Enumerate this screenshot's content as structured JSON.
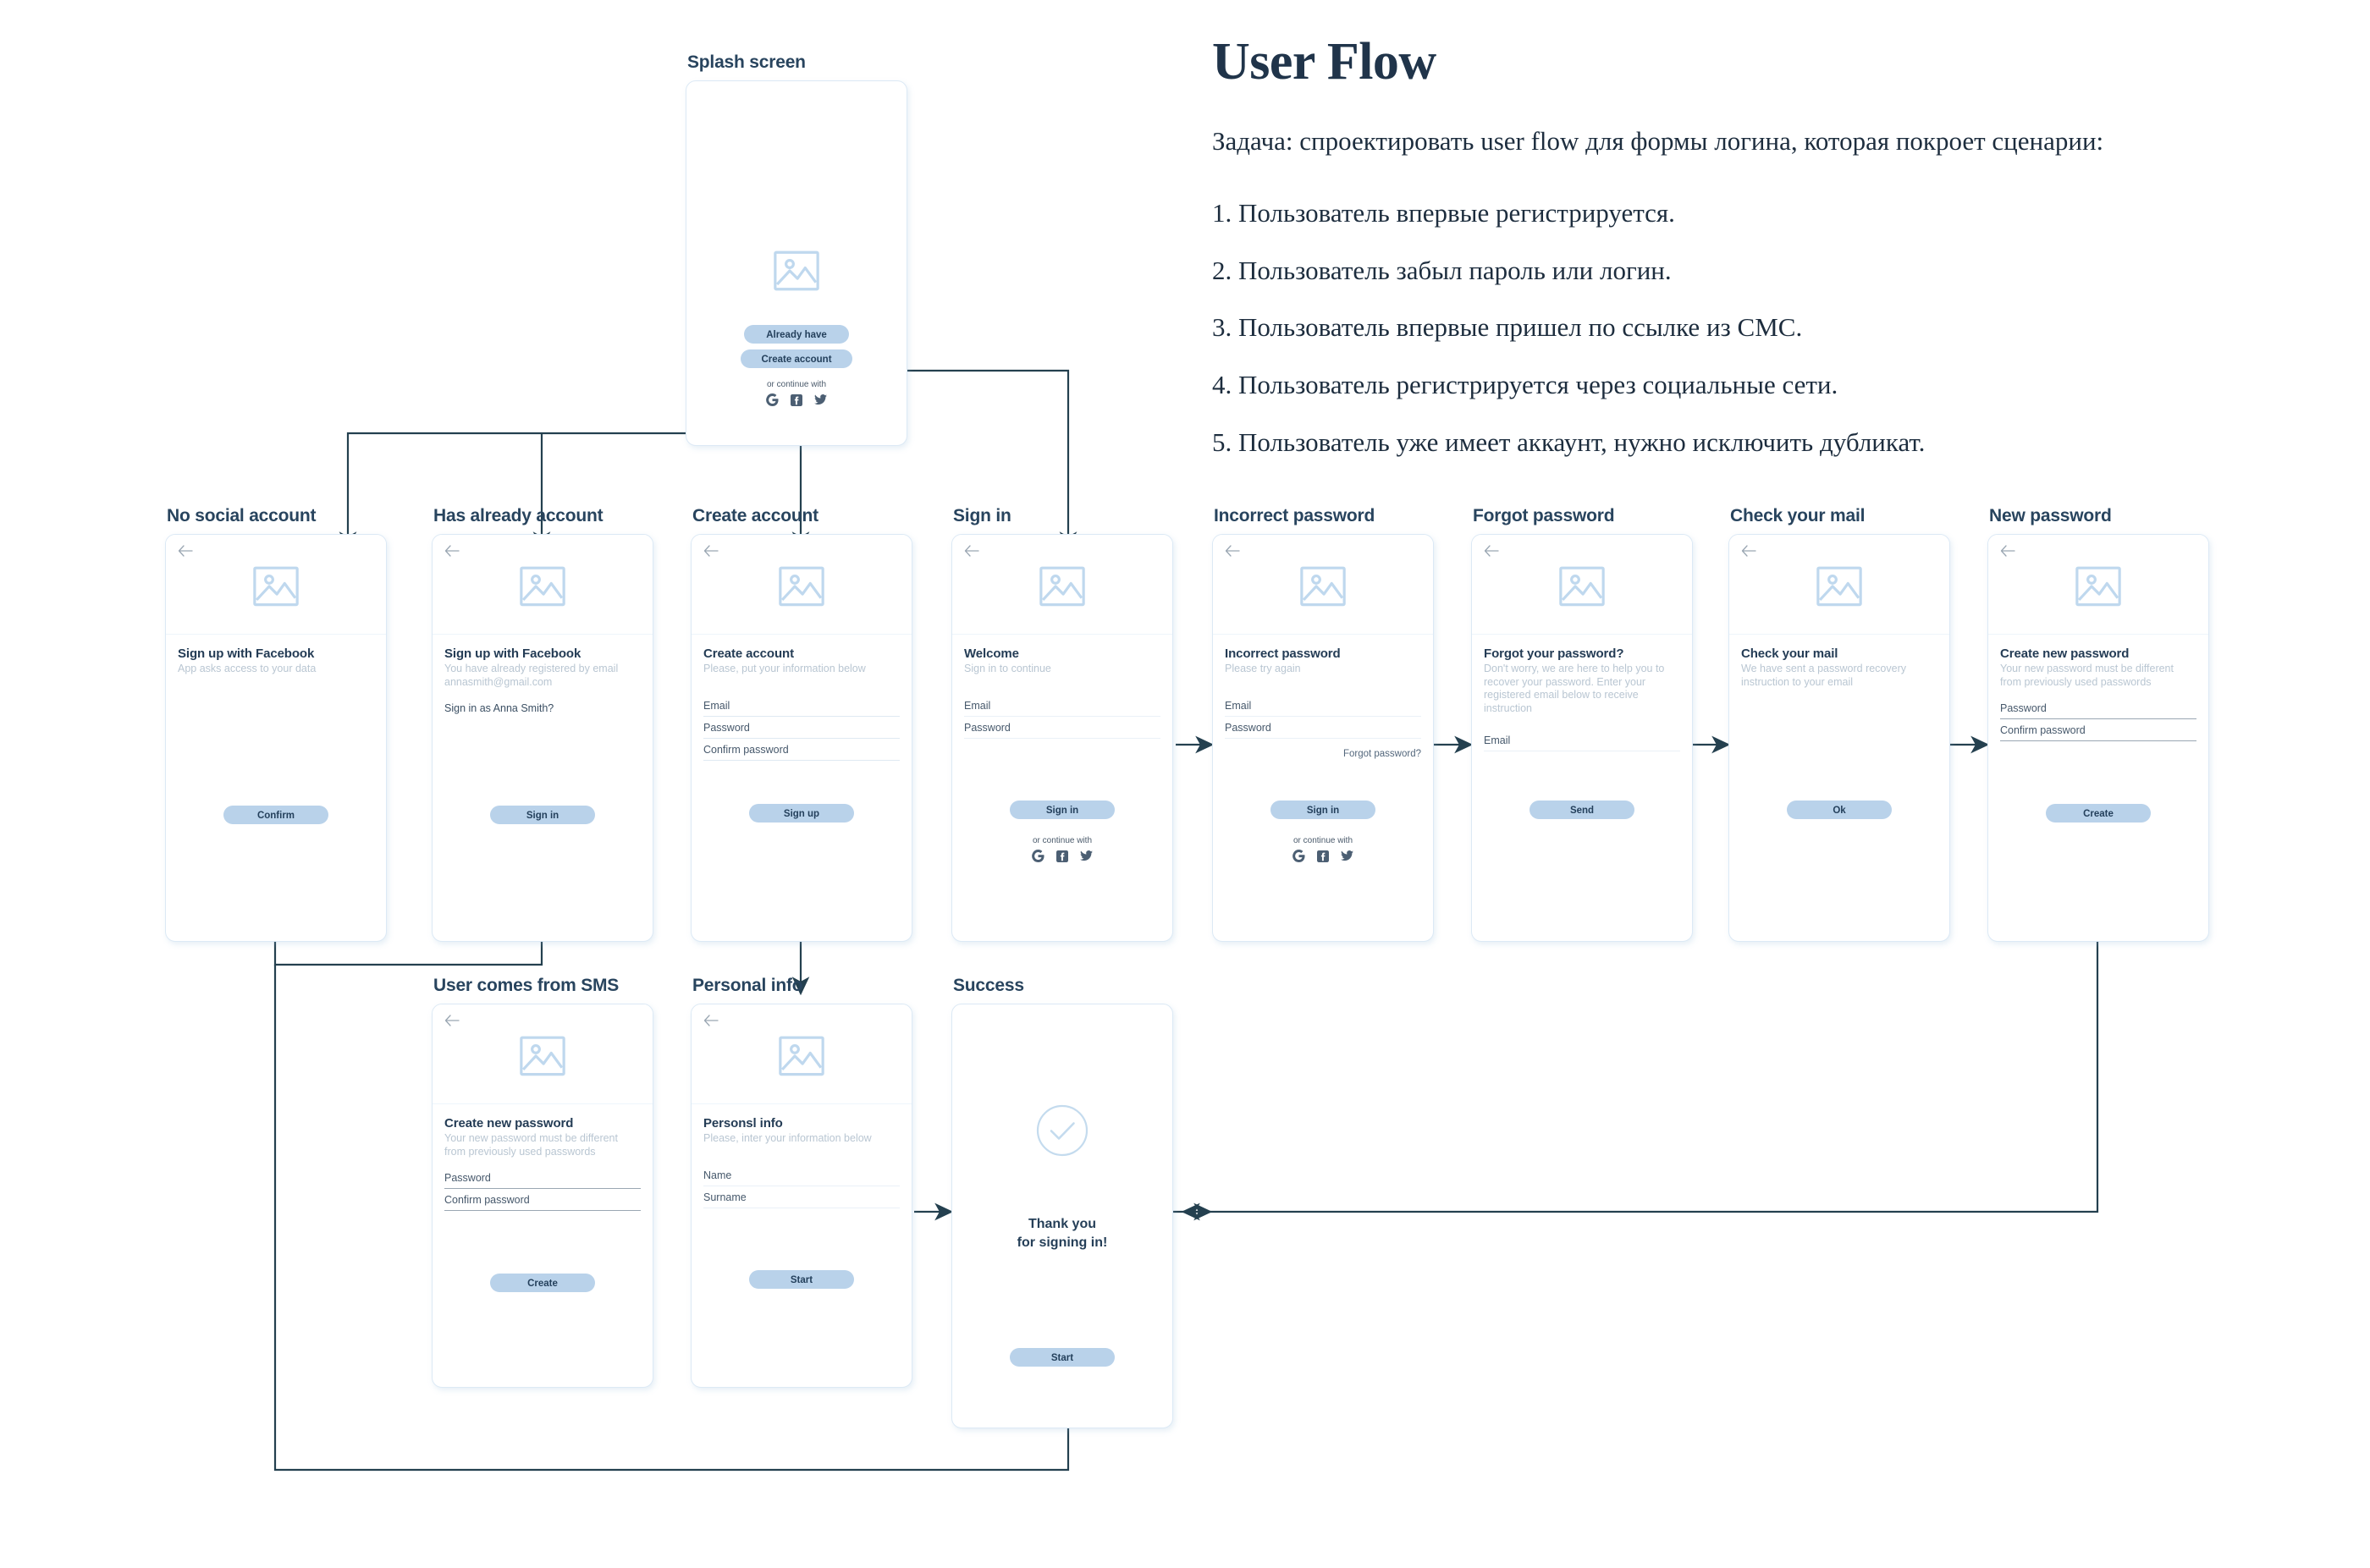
{
  "right_panel": {
    "title": "User Flow",
    "task": "Задача: спроектировать user flow для формы логина, которая покроет сценарии:",
    "scenarios": [
      "1. Пользователь впервые регистрируется.",
      "2. Пользователь забыл пароль или логин.",
      "3. Пользователь впервые пришел по ссылке из СМС.",
      "4. Пользователь регистрируется через социальные сети.",
      "5. Пользователь уже имеет аккаунт, нужно исключить дубликат."
    ]
  },
  "common": {
    "or_continue_with": "or continue with",
    "social_icons": [
      "google-icon",
      "facebook-icon",
      "twitter-icon"
    ],
    "back_icon": "back-arrow-icon",
    "image_placeholder_icon": "image-placeholder-icon"
  },
  "colors": {
    "card_border": "#dce9f5",
    "button_fill": "#b9d2ea",
    "button_text": "#24405c",
    "heading": "#243c55",
    "muted_text": "#b9c6d2",
    "connector": "#24404f",
    "title": "#20344a"
  },
  "screens": {
    "splash": {
      "title": "Splash screen",
      "btn_already": "Already have",
      "btn_create": "Create account"
    },
    "no_social": {
      "title": "No social account",
      "head": "Sign up with Facebook",
      "sub": "App asks access to your data",
      "btn": "Confirm"
    },
    "has_account": {
      "title": "Has already account",
      "head": "Sign up with Facebook",
      "sub": "You have already registered by email annasmith@gmail.com",
      "note": "Sign in as Anna Smith?",
      "btn": "Sign in"
    },
    "create_account": {
      "title": "Create account",
      "head": "Create account",
      "sub": "Please, put your information below",
      "f1": "Email",
      "f2": "Password",
      "f3": "Confirm password",
      "btn": "Sign up"
    },
    "sign_in": {
      "title": "Sign in",
      "head": "Welcome",
      "sub": "Sign in to continue",
      "f1": "Email",
      "f2": "Password",
      "btn": "Sign in"
    },
    "incorrect_password": {
      "title": "Incorrect password",
      "head": "Incorrect password",
      "sub": "Please try again",
      "f1": "Email",
      "f2": "Password",
      "forgot": "Forgot password?",
      "btn": "Sign in"
    },
    "forgot_password": {
      "title": "Forgot password",
      "head": "Forgot your password?",
      "sub": "Don't worry, we are here to help you to recover your password. Enter your registered email below to receive instruction",
      "f1": "Email",
      "btn": "Send"
    },
    "check_mail": {
      "title": "Check your mail",
      "head": "Check your mail",
      "sub": "We have sent a password recovery instruction to your email",
      "btn": "Ok"
    },
    "new_password": {
      "title": "New password",
      "head": "Create new password",
      "sub": "Your new password must be different from previously used passwords",
      "f1": "Password",
      "f2": "Confirm password",
      "btn": "Create"
    },
    "sms": {
      "title": "User comes from SMS",
      "head": "Create new password",
      "sub": "Your new password must be different from previously used passwords",
      "f1": "Password",
      "f2": "Confirm password",
      "btn": "Create"
    },
    "personal_info": {
      "title": "Personal info",
      "head": "Personsl info",
      "sub": "Please, inter your information below",
      "f1": "Name",
      "f2": "Surname",
      "btn": "Start"
    },
    "success": {
      "title": "Success",
      "thanks_line1": "Thank you",
      "thanks_line2": "for signing in!",
      "btn": "Start",
      "icon": "check-circle-icon"
    }
  }
}
